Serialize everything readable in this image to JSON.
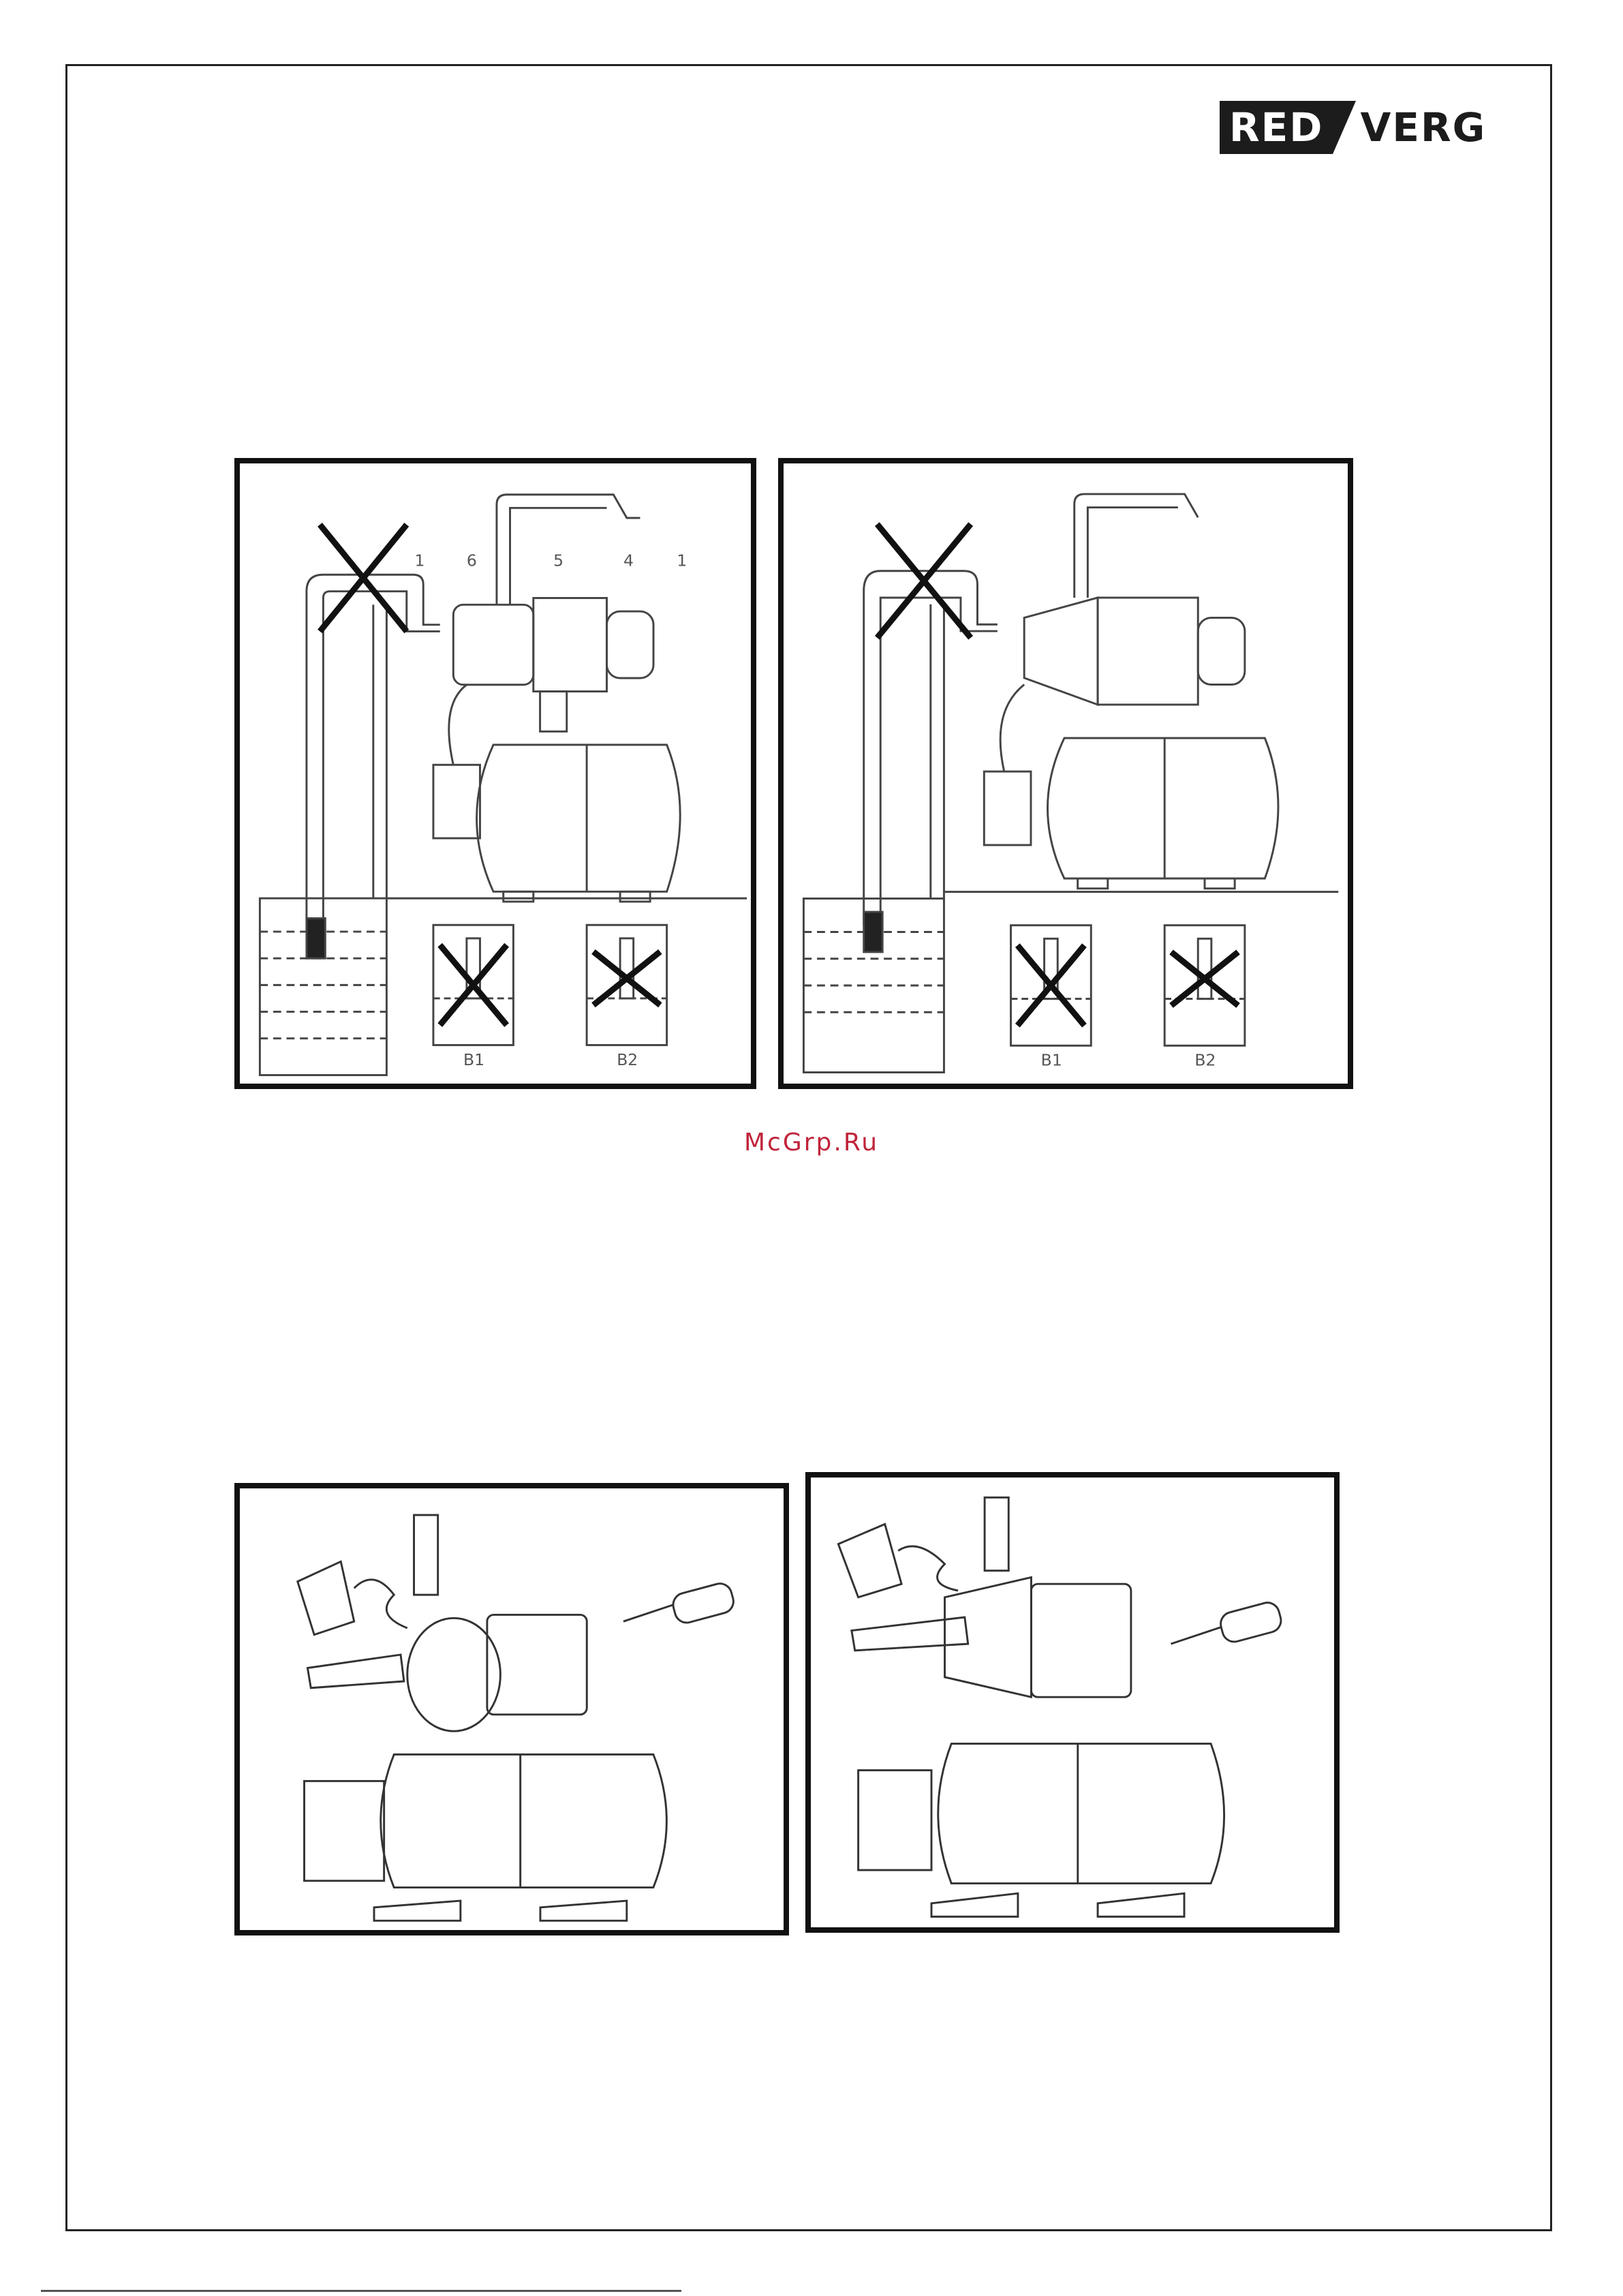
{
  "logo": {
    "part1": "RED",
    "part2": "VERG"
  },
  "figures": {
    "installation_1": {
      "callouts": [
        "1",
        "6",
        "5",
        "4",
        "1"
      ],
      "inset_labels": [
        "B1",
        "B2"
      ]
    },
    "installation_2": {
      "inset_labels": [
        "B1",
        "B2"
      ]
    }
  },
  "watermark": "McGrp.Ru"
}
